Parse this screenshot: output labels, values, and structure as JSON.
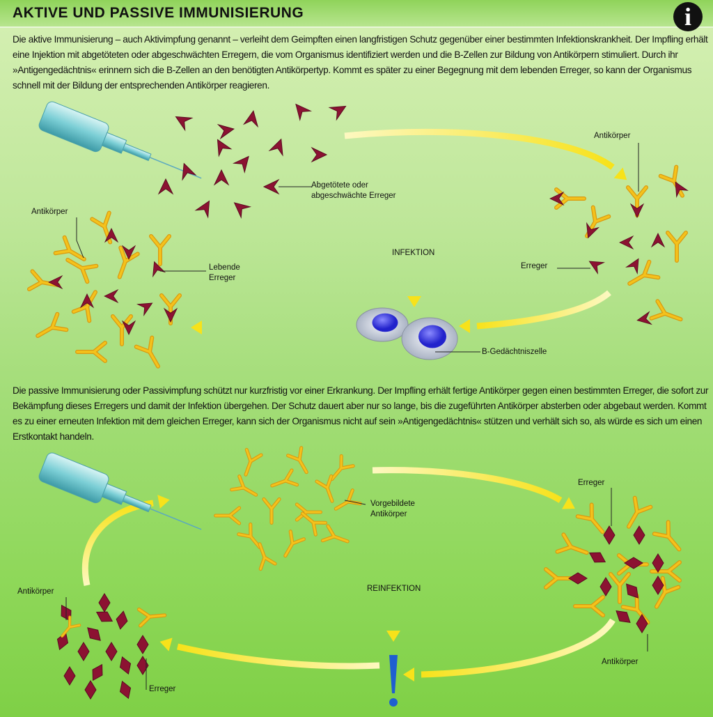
{
  "header": {
    "title": "AKTIVE UND PASSIVE IMMUNISIERUNG",
    "info_icon": "info-icon"
  },
  "active": {
    "text": "Die aktive Immunisierung – auch Aktivimpfung genannt – verleiht dem Geimpften einen langfristigen Schutz gegenüber einer bestimmten Infektionskrankheit. Der Impfling erhält eine Injektion mit abgetöteten oder abgeschwächten Erregern, die vom Organismus identifiziert werden und die B-Zellen zur Bildung von Antikörpern stimuliert. Durch ihr »Antigengedächtnis« erinnern sich die B-Zellen an den benötigten Antikörpertyp. Kommt es später zu einer Begegnung mit dem lebenden Erreger, so kann der Organismus schnell mit der Bildung der entsprechenden Antikörper reagieren.",
    "labels": {
      "dead_pathogens_1": "Abgetötete oder",
      "dead_pathogens_2": "abgeschwächte Erreger",
      "antibodies_right": "Antikörper",
      "pathogens_right": "Erreger",
      "antibodies_left": "Antikörper",
      "living_1": "Lebende",
      "living_2": "Erreger",
      "infection": "INFEKTION",
      "memory_cell": "B-Gedächtniszelle"
    }
  },
  "passive": {
    "text": "Die passive Immunisierung oder Passivimpfung schützt nur kurzfristig vor einer Erkrankung. Der Impfling erhält fertige Antikörper gegen einen bestimmten Erreger, die sofort zur Bekämpfung dieses Erregers und damit der Infektion übergehen. Der Schutz dauert aber nur so lange, bis die zugeführten Antikörper absterben oder abgebaut werden. Kommt es zu einer erneuten Infektion mit dem gleichen Erreger, kann sich der Organismus nicht auf sein »Antigengedächtnis« stützen und verhält sich so, als würde es sich um einen Erstkontakt handeln.",
    "labels": {
      "preformed_1": "Vorgebildete",
      "preformed_2": "Antikörper",
      "pathogens_right": "Erreger",
      "antibodies_right": "Antikörper",
      "reinfection": "REINFEKTION",
      "antibodies_left": "Antikörper",
      "pathogens_left": "Erreger"
    }
  },
  "colors": {
    "antigen": "#8c1232",
    "antibody": "#f4c21c",
    "arrow": "#f7e21a",
    "nucleus": "#3a3adf",
    "exclamation": "#1f5fd0"
  }
}
